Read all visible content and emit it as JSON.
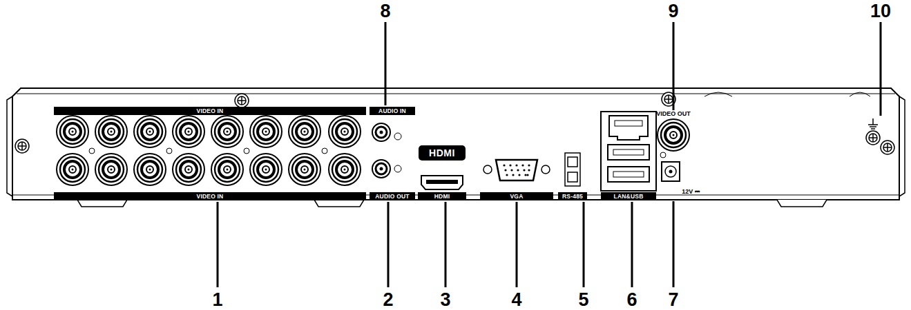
{
  "diagram": {
    "labels": [
      "8",
      "9",
      "10",
      "VIDEO IN",
      "AUDIO IN",
      "VIDEO OUT",
      "HDMI",
      "VIDEO IN",
      "AUDIO OUT",
      "HDMI",
      "VGA",
      "RS-485",
      "LAN&USB",
      "12V ⎓",
      "1",
      "2",
      "3",
      "4",
      "5",
      "6",
      "7"
    ]
  }
}
